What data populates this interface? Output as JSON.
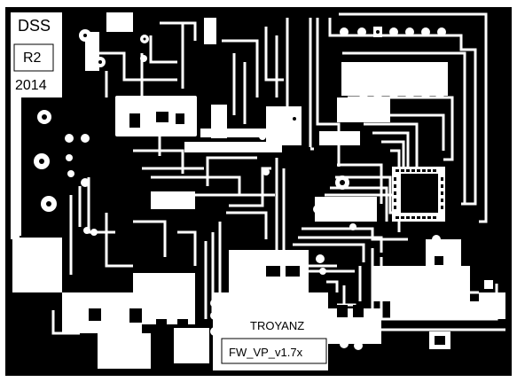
{
  "labels": {
    "brand": "DSS",
    "revision": "R2",
    "year": "2014",
    "author": "TROYANZ",
    "firmware": "FW_VP_v1.7x"
  },
  "colors": {
    "copper": "#000000",
    "substrate": "#ffffff"
  },
  "icons": {
    "main_ic": "qfn-chip-icon",
    "header": "pin-header-icon",
    "pads": "via-pad-icon"
  }
}
